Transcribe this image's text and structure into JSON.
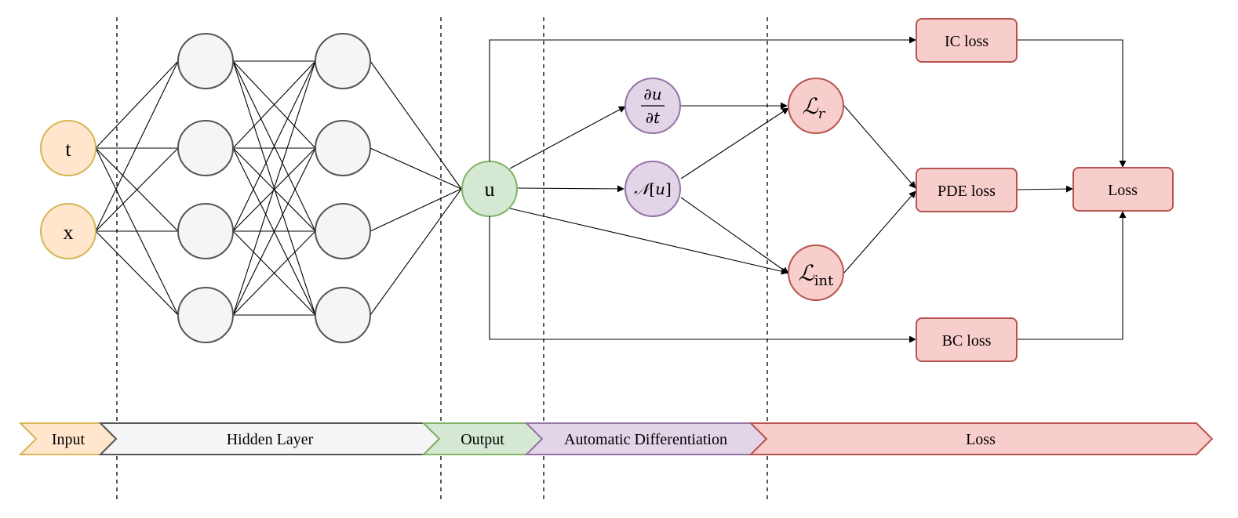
{
  "inputs": [
    {
      "label": "t"
    },
    {
      "label": "x"
    }
  ],
  "output": {
    "label": "u"
  },
  "derivative_nodes": {
    "du_dt": {
      "numerator": "∂u",
      "denominator": "∂t"
    },
    "operator": {
      "symbol": "𝒩",
      "bracket_open": "[",
      "var": "u",
      "bracket_close": "]"
    }
  },
  "residual_nodes": {
    "lr": {
      "symbol": "ℒ",
      "subscript": "r"
    },
    "lint": {
      "symbol": "ℒ",
      "subscript": "int"
    }
  },
  "loss_boxes": {
    "ic": "IC loss",
    "pde": "PDE loss",
    "bc": "BC loss",
    "total": "Loss"
  },
  "stages": [
    {
      "label": "Input",
      "fill": "#ffe6cc",
      "stroke": "#d6b656"
    },
    {
      "label": "Hidden Layer",
      "fill": "#f5f5f5",
      "stroke": "#555555"
    },
    {
      "label": "Output",
      "fill": "#d5e8d4",
      "stroke": "#82b366"
    },
    {
      "label": "Automatic Differentiation",
      "fill": "#e1d5e7",
      "stroke": "#9673a6"
    },
    {
      "label": "Loss",
      "fill": "#f8cecc",
      "stroke": "#b85450"
    }
  ],
  "colors": {
    "input_fill": "#ffe6cc",
    "input_stroke": "#d6b656",
    "hidden_fill": "#f5f5f5",
    "hidden_stroke": "#555555",
    "output_fill": "#d5e8d4",
    "output_stroke": "#82b366",
    "ad_fill": "#e1d5e7",
    "ad_stroke": "#9673a6",
    "loss_fill": "#f8cecc",
    "loss_stroke": "#b85450"
  }
}
